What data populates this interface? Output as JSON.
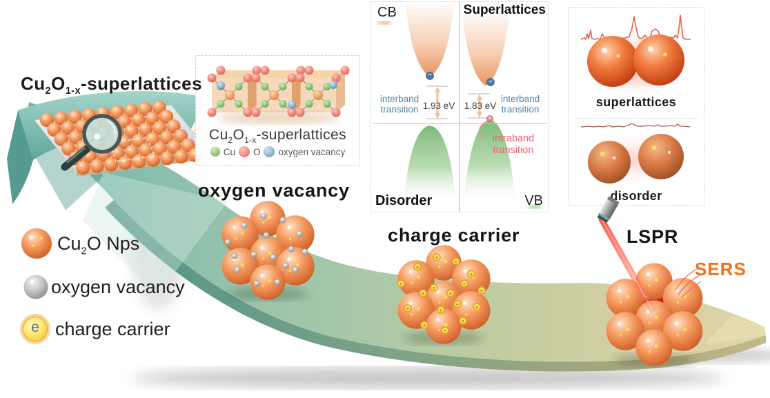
{
  "palette": {
    "teal": "#7fbcb2",
    "tan": "#ddd2a4",
    "nanoparticle_orange": "#f08a52",
    "sers_orange": "#ee7318",
    "interband_blue": "#4d84ad",
    "intraband_pink": "#f2616d",
    "laser_red": "#e8402e",
    "hotspot_red": "#dd1108",
    "charge_yellow": "#f7e65c",
    "vacancy_gray": "#b5b5b5",
    "cu_green": "#8cc87c",
    "o_red": "#f0897e",
    "vacancy_blue": "#8ab4c8"
  },
  "main_title": {
    "cu": "Cu",
    "sub_2": "2",
    "o": "O",
    "sub_1x": "1-x",
    "rest": "-superlattices"
  },
  "crystal_panel": {
    "caption": {
      "cu": "Cu",
      "sub_2": "2",
      "o": "O",
      "sub_1x": "1-x",
      "rest": "-superlattices"
    },
    "legend": [
      {
        "label": "Cu"
      },
      {
        "label": "O"
      },
      {
        "label": "oxygen vacancy"
      }
    ]
  },
  "headings": {
    "oxygen_vacancy": "oxygen vacancy",
    "charge_carrier": "charge carrier",
    "lspr": "LSPR",
    "sers": "SERS"
  },
  "band_diagram": {
    "cb": "CB",
    "superlattices": "Superlattices",
    "disorder": "Disorder",
    "vb": "VB",
    "interband_line1": "interband",
    "interband_line2": "transition",
    "intraband_line1": "intraband",
    "intraband_line2": "transition",
    "disorder_gap": "1.93 eV",
    "superlattices_gap": "1.83 eV",
    "electron_symbol": "−",
    "hole_symbol": "+"
  },
  "sers_panel": {
    "superlattices_label": "superlattices",
    "disorder_label": "disorder"
  },
  "legend": {
    "cu2o": {
      "cu": "Cu",
      "sub_2": "2",
      "rest": "O Nps"
    },
    "oxygen_vacancy": "oxygen vacancy",
    "charge_carrier": "charge carrier",
    "charge_symbol": "e"
  }
}
